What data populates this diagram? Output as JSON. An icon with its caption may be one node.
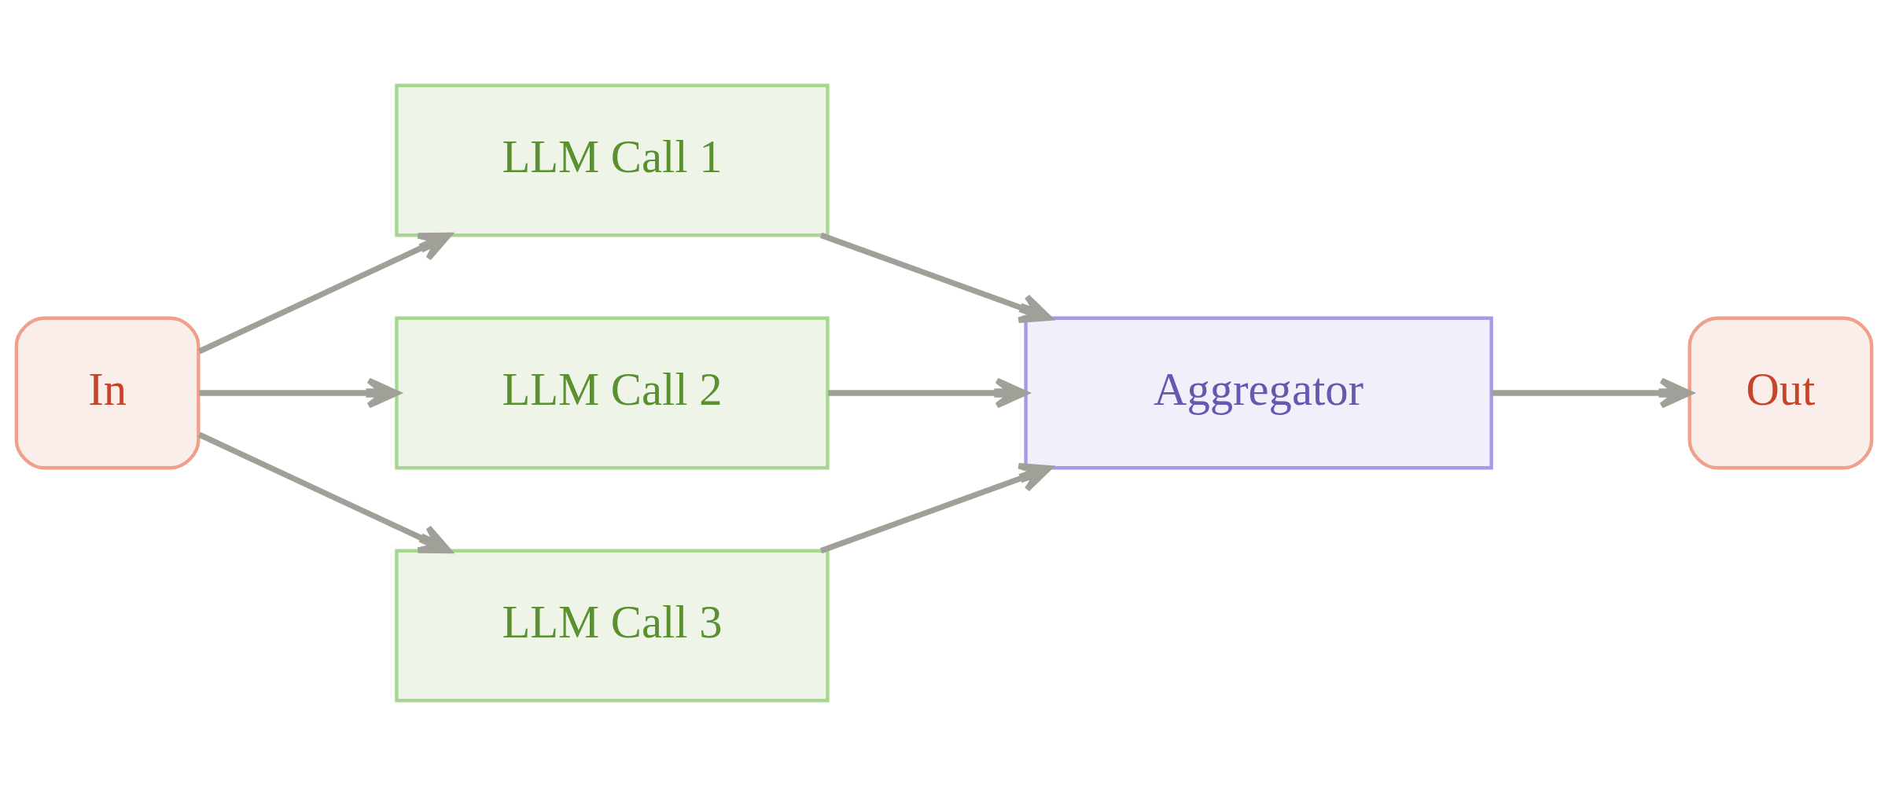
{
  "diagram": {
    "nodes": [
      {
        "text": [
          "In"
        ]
      },
      {
        "text": [
          "LLM Call 1"
        ]
      },
      {
        "text": [
          "LLM Call 2"
        ]
      },
      {
        "text": [
          "LLM Call 3"
        ]
      },
      {
        "text": [
          "Aggregator"
        ]
      },
      {
        "text": [
          "Out"
        ]
      }
    ],
    "edges": [
      {
        "from": 0,
        "to": 1,
        "arrow": "to"
      },
      {
        "from": 0,
        "to": 2,
        "arrow": "to"
      },
      {
        "from": 0,
        "to": 3,
        "arrow": "to"
      },
      {
        "from": 1,
        "to": 4,
        "arrow": "to"
      },
      {
        "from": 2,
        "to": 4,
        "arrow": "to"
      },
      {
        "from": 3,
        "to": 4,
        "arrow": "to"
      },
      {
        "from": 4,
        "to": 5,
        "arrow": "to"
      }
    ]
  }
}
